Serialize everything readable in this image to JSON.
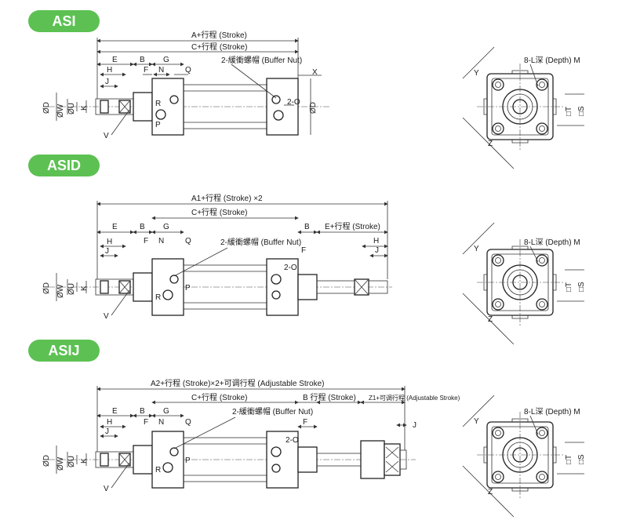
{
  "badges": {
    "asi": "ASI",
    "asid": "ASID",
    "asij": "ASIJ"
  },
  "asi": {
    "dims": {
      "a_stroke": "A+行程 (Stroke)",
      "c_stroke": "C+行程 (Stroke)",
      "buffer_nut": "2-緩衝螺帽 (Buffer Nut)",
      "e": "E",
      "b": "B",
      "g": "G",
      "h": "H",
      "f": "F",
      "n": "N",
      "q": "Q",
      "j": "J",
      "x": "X",
      "r": "R",
      "p": "P",
      "port_o": "2-O",
      "od_left": "ØD",
      "ow": "ØW",
      "ou": "ØU",
      "k": "K",
      "od_right": "ØD",
      "v": "V"
    }
  },
  "asid": {
    "dims": {
      "a1_stroke": "A1+行程 (Stroke) ×2",
      "c_stroke": "C+行程 (Stroke)",
      "buffer_nut": "2-緩衝螺帽 (Buffer Nut)",
      "e": "E",
      "b_left": "B",
      "g": "G",
      "b_right": "B",
      "e_stroke": "E+行程 (Stroke)",
      "h_left": "H",
      "f_left": "F",
      "n": "N",
      "q": "Q",
      "f_right": "F",
      "h_right": "H",
      "j_left": "J",
      "j_right": "J",
      "port_o": "2-O",
      "od": "ØD",
      "ow": "ØW",
      "ou": "ØU",
      "k": "K",
      "r": "R",
      "p": "P",
      "v": "V"
    }
  },
  "asij": {
    "dims": {
      "a2_stroke": "A2+行程 (Stroke)×2+可调行程 (Adjustable Stroke)",
      "c_stroke": "C+行程 (Stroke)",
      "b_stroke": "B  行程 (Stroke)",
      "z1_stroke": "Z1+可调行程 (Adjustable Stroke)",
      "buffer_nut": "2-緩衝螺帽 (Buffer Nut)",
      "e": "E",
      "b": "B",
      "g": "G",
      "h": "H",
      "f_left": "F",
      "n": "N",
      "q": "Q",
      "f_right": "F",
      "j_left": "J",
      "j_right": "J",
      "port_o": "2-O",
      "od": "ØD",
      "ow": "ØW",
      "ou": "ØU",
      "k": "K",
      "r": "R",
      "p": "P",
      "v": "V"
    }
  },
  "end_view": {
    "depth_label": "8-L深 (Depth) M",
    "y": "Y",
    "z": "Z",
    "t": "□T",
    "s": "□S"
  }
}
